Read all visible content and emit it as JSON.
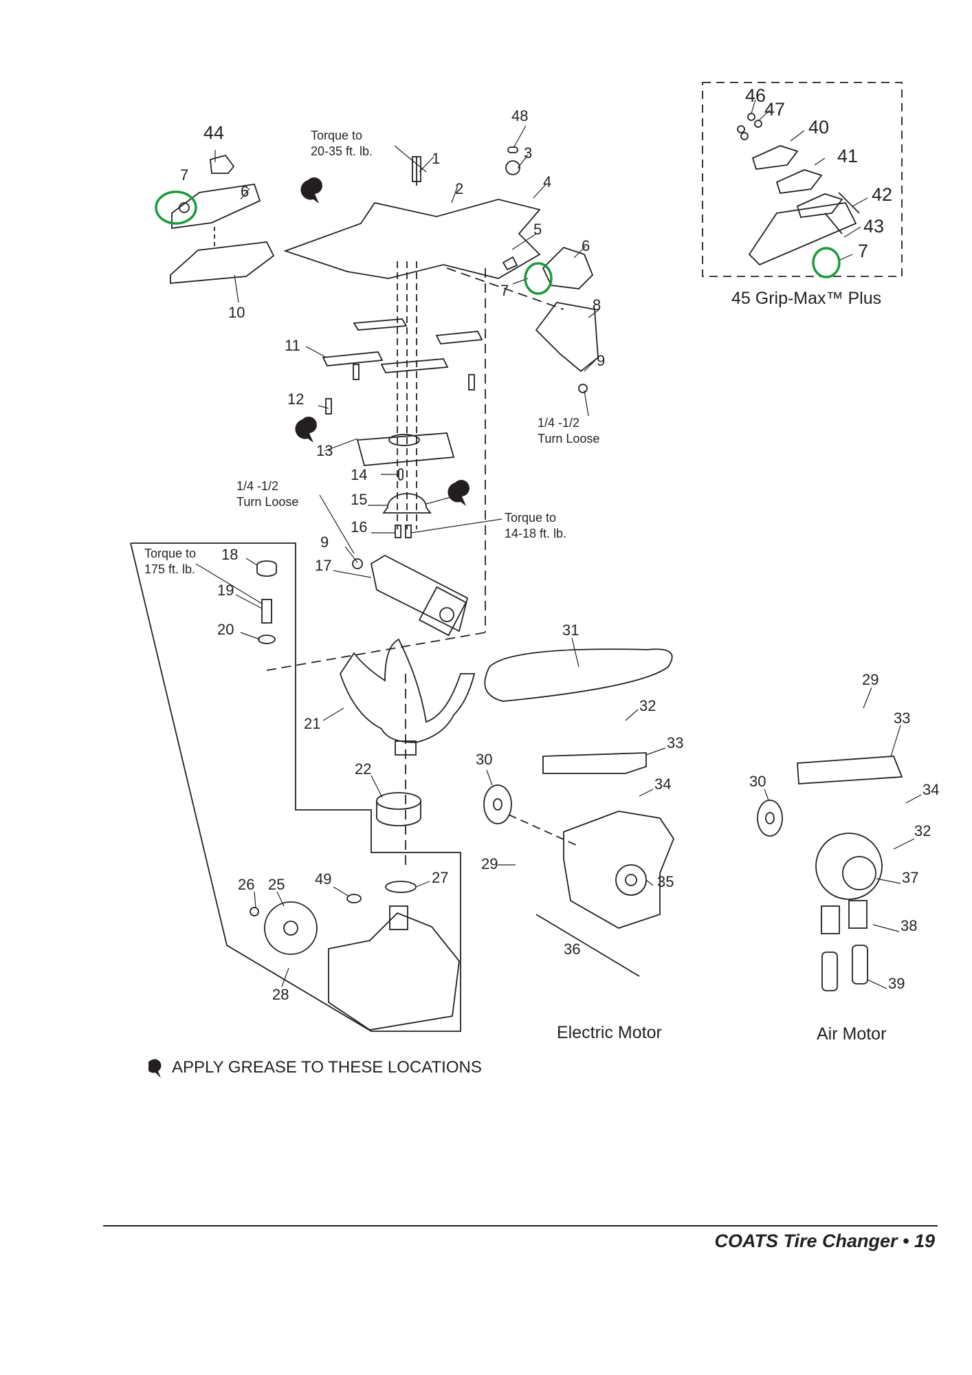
{
  "page": {
    "footer": "COATS Tire Changer • 19",
    "legend": {
      "icon": "grease-drop-icon",
      "text": "APPLY GREASE TO THESE LOCATIONS"
    },
    "highlight_color": "#1a9a3a",
    "ink_color": "#231f20"
  },
  "notes": {
    "torque_1": "Torque to\n20-35 ft. lb.",
    "loose_9_right": "1/4 -1/2\nTurn Loose",
    "loose_9_left": "1/4 -1/2\nTurn Loose",
    "torque_16": "Torque to\n14-18 ft. lb.",
    "torque_19": "Torque to\n175 ft. lb."
  },
  "captions": {
    "grip_max": "45 Grip-Max™ Plus",
    "electric_motor": "Electric Motor",
    "air_motor": "Air Motor"
  },
  "callouts": [
    {
      "num": "44",
      "group": "left-clamp"
    },
    {
      "num": "7",
      "group": "left-clamp",
      "highlighted": true
    },
    {
      "num": "6",
      "group": "left-clamp"
    },
    {
      "num": "10",
      "group": "left-clamp"
    },
    {
      "num": "1",
      "group": "table"
    },
    {
      "num": "2",
      "group": "table"
    },
    {
      "num": "48",
      "group": "table"
    },
    {
      "num": "3",
      "group": "table"
    },
    {
      "num": "4",
      "group": "table"
    },
    {
      "num": "5",
      "group": "table"
    },
    {
      "num": "6",
      "group": "right-clamp"
    },
    {
      "num": "7",
      "group": "right-clamp",
      "highlighted": true
    },
    {
      "num": "8",
      "group": "right-clamp"
    },
    {
      "num": "9",
      "group": "right-clamp"
    },
    {
      "num": "11",
      "group": "slides"
    },
    {
      "num": "12",
      "group": "slides"
    },
    {
      "num": "13",
      "group": "slides"
    },
    {
      "num": "14",
      "group": "drive"
    },
    {
      "num": "15",
      "group": "drive"
    },
    {
      "num": "16",
      "group": "drive"
    },
    {
      "num": "9",
      "group": "drive"
    },
    {
      "num": "17",
      "group": "drive"
    },
    {
      "num": "18",
      "group": "gearbox"
    },
    {
      "num": "19",
      "group": "gearbox"
    },
    {
      "num": "20",
      "group": "gearbox"
    },
    {
      "num": "21",
      "group": "gearbox"
    },
    {
      "num": "22",
      "group": "gearbox"
    },
    {
      "num": "26",
      "group": "gearbox"
    },
    {
      "num": "25",
      "group": "gearbox"
    },
    {
      "num": "49",
      "group": "gearbox"
    },
    {
      "num": "27",
      "group": "gearbox"
    },
    {
      "num": "28",
      "group": "gearbox"
    },
    {
      "num": "31",
      "group": "electric-motor"
    },
    {
      "num": "32",
      "group": "electric-motor"
    },
    {
      "num": "33",
      "group": "electric-motor"
    },
    {
      "num": "30",
      "group": "electric-motor"
    },
    {
      "num": "34",
      "group": "electric-motor"
    },
    {
      "num": "29",
      "group": "electric-motor"
    },
    {
      "num": "35",
      "group": "electric-motor"
    },
    {
      "num": "36",
      "group": "electric-motor"
    },
    {
      "num": "29",
      "group": "air-motor"
    },
    {
      "num": "33",
      "group": "air-motor"
    },
    {
      "num": "30",
      "group": "air-motor"
    },
    {
      "num": "34",
      "group": "air-motor"
    },
    {
      "num": "32",
      "group": "air-motor"
    },
    {
      "num": "37",
      "group": "air-motor"
    },
    {
      "num": "38",
      "group": "air-motor"
    },
    {
      "num": "39",
      "group": "air-motor"
    },
    {
      "num": "46",
      "group": "grip-max"
    },
    {
      "num": "47",
      "group": "grip-max"
    },
    {
      "num": "40",
      "group": "grip-max"
    },
    {
      "num": "41",
      "group": "grip-max"
    },
    {
      "num": "42",
      "group": "grip-max"
    },
    {
      "num": "43",
      "group": "grip-max"
    },
    {
      "num": "7",
      "group": "grip-max",
      "highlighted": true
    }
  ]
}
